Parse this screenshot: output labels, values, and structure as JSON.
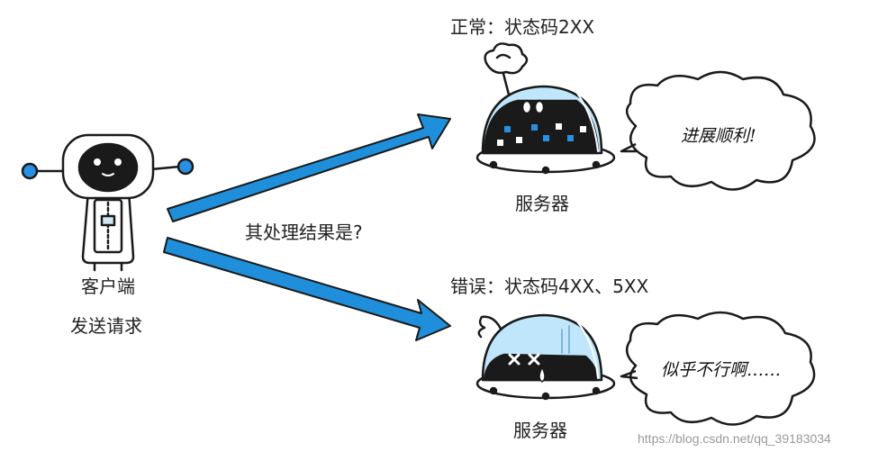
{
  "client": {
    "label": "客户端",
    "action": "发送请求"
  },
  "question": "其处理结果是?",
  "normal": {
    "status": "正常：状态码2XX",
    "server_label": "服务器",
    "bubble": "进展顺利!"
  },
  "error": {
    "status": "错误：状态码4XX、5XX",
    "server_label": "服务器",
    "bubble": "似乎不行啊……"
  },
  "watermark": "https://blog.csdn.net/qq_39183034",
  "colors": {
    "arrow": "#1f8fdb",
    "dome": "#bfe6fb",
    "dark": "#1a1a1a",
    "pixel": "#2a8fe0"
  }
}
